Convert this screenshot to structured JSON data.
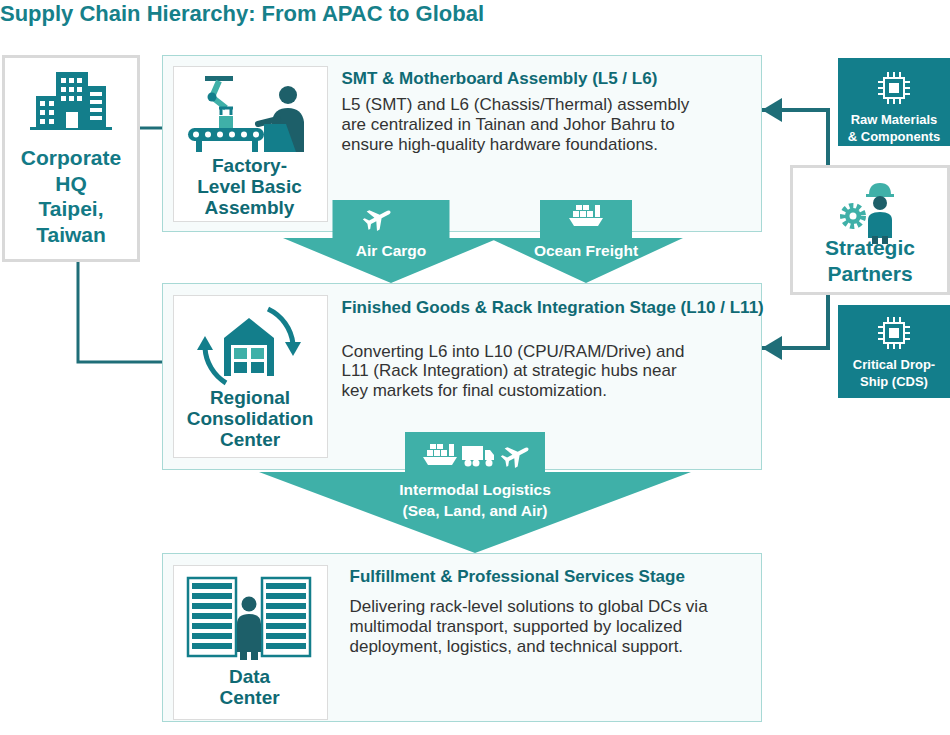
{
  "diagram": {
    "title": "Supply Chain Hierarchy: From APAC to Global",
    "nodes": [
      {
        "text": [
          "Corporate HQ Taipei, Taiwan"
        ]
      },
      {
        "text": [
          "SMT & Motherboard Assembly (L5 / L6)",
          "L5 (SMT) and L6 (Chassis/Thermal) assembly are centralized in Tainan and Johor Bahru to ensure high-quality hardware foundations."
        ]
      },
      {
        "text": [
          "Factory-Level Basic Assembly"
        ],
        "in": 1
      },
      {
        "text": [
          "Raw Materials & Components"
        ]
      },
      {
        "text": [
          "Strategic Partners"
        ]
      },
      {
        "text": [
          "Finished Goods & Rack Integration Stage (L10 / L11)",
          "Converting L6 into L10 (CPU/RAM/Drive) and L11 (Rack Integration) at strategic hubs near key markets for final customization."
        ]
      },
      {
        "text": [
          "Regional Consolidation Center"
        ],
        "in": 5
      },
      {
        "text": [
          "Critical Drop-Ship (CDS)"
        ]
      },
      {
        "text": [
          "Fulfillment & Professional Services Stage",
          "Delivering rack-level solutions to global DCs via multimodal transport, supported by localized deployment, logistics, and technical support."
        ]
      },
      {
        "text": [
          "Data Center"
        ],
        "in": 8
      }
    ],
    "edges": [
      {
        "from": 0,
        "to": 1,
        "arrow": "none"
      },
      {
        "from": 0,
        "to": 5,
        "arrow": "none"
      },
      {
        "from": 4,
        "to": 1,
        "arrow": "to"
      },
      {
        "from": 4,
        "to": 5,
        "arrow": "to"
      },
      {
        "from": 1,
        "to": 5,
        "label": "Air Cargo",
        "arrow": "to"
      },
      {
        "from": 1,
        "to": 5,
        "label": "Ocean Freight",
        "arrow": "to"
      },
      {
        "from": 5,
        "to": 8,
        "label": "Intermodal Logistics (Sea, Land, and Air)",
        "arrow": "to"
      }
    ]
  }
}
